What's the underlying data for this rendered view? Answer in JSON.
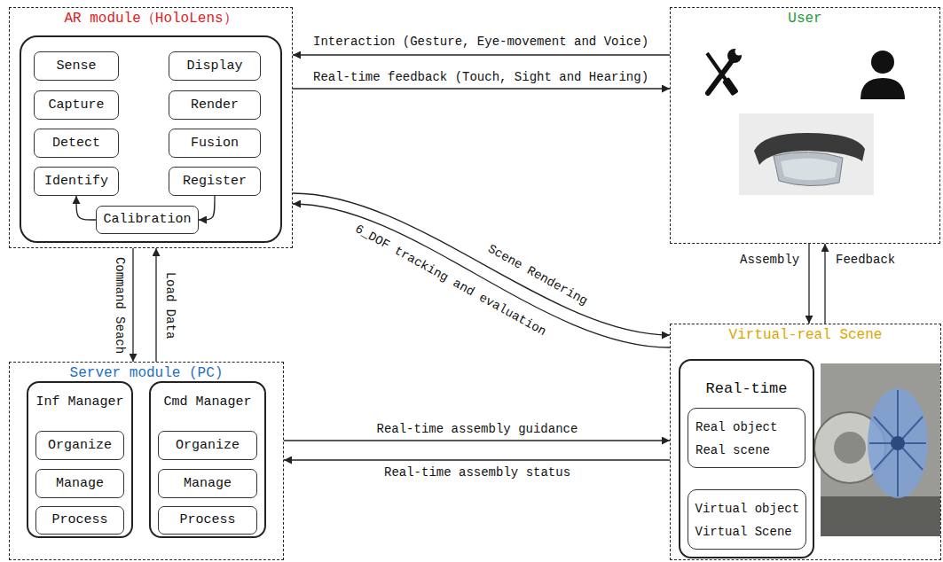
{
  "diagram": {
    "nodes": [
      {
        "text": [
          "AR module（HoloLens）"
        ]
      },
      {
        "text": [
          "Sense"
        ],
        "in": 0
      },
      {
        "text": [
          "Display"
        ],
        "in": 0
      },
      {
        "text": [
          "Capture"
        ],
        "in": 0
      },
      {
        "text": [
          "Render"
        ],
        "in": 0
      },
      {
        "text": [
          "Detect"
        ],
        "in": 0
      },
      {
        "text": [
          "Fusion"
        ],
        "in": 0
      },
      {
        "text": [
          "Identify"
        ],
        "in": 0
      },
      {
        "text": [
          "Register"
        ],
        "in": 0
      },
      {
        "text": [
          "Calibration"
        ],
        "in": 0
      },
      {
        "text": [
          "User"
        ]
      },
      {
        "text": [
          "Server module (PC)"
        ]
      },
      {
        "text": [
          "Inf Manager"
        ],
        "in": 11
      },
      {
        "text": [
          "Organize"
        ],
        "in": 12
      },
      {
        "text": [
          "Manage"
        ],
        "in": 12
      },
      {
        "text": [
          "Process"
        ],
        "in": 12
      },
      {
        "text": [
          "Cmd Manager"
        ],
        "in": 11
      },
      {
        "text": [
          "Organize"
        ],
        "in": 16
      },
      {
        "text": [
          "Manage"
        ],
        "in": 16
      },
      {
        "text": [
          "Process"
        ],
        "in": 16
      },
      {
        "text": [
          "Virtual-real Scene"
        ]
      },
      {
        "text": [
          "Real-time"
        ],
        "in": 20
      },
      {
        "text": [
          "Real object",
          "Real scene"
        ],
        "in": 21
      },
      {
        "text": [
          "Virtual object",
          "Virtual Scene"
        ],
        "in": 21
      }
    ],
    "edges": [
      {
        "from": 10,
        "to": 0,
        "arrow": "to",
        "label": "Interaction (Gesture, Eye-movement and Voice)"
      },
      {
        "from": 0,
        "to": 10,
        "arrow": "to",
        "label": "Real-time feedback (Touch, Sight and Hearing)"
      },
      {
        "from": 0,
        "to": 11,
        "arrow": "to",
        "label": "Command Seach"
      },
      {
        "from": 11,
        "to": 0,
        "arrow": "to",
        "label": "Load Data"
      },
      {
        "from": 9,
        "to": 7,
        "arrow": "to"
      },
      {
        "from": 8,
        "to": 9,
        "arrow": "to"
      },
      {
        "from": 0,
        "to": 20,
        "arrow": "to",
        "label": "Scene Rendering"
      },
      {
        "from": 20,
        "to": 0,
        "arrow": "to",
        "label": "6_DOF tracking and evaluation"
      },
      {
        "from": 10,
        "to": 20,
        "arrow": "to",
        "label": "Assembly"
      },
      {
        "from": 20,
        "to": 10,
        "arrow": "to",
        "label": "Feedback"
      },
      {
        "from": 11,
        "to": 20,
        "arrow": "to",
        "label": "Real-time assembly guidance"
      },
      {
        "from": 20,
        "to": 11,
        "arrow": "to",
        "label": "Real-time assembly status"
      }
    ]
  }
}
